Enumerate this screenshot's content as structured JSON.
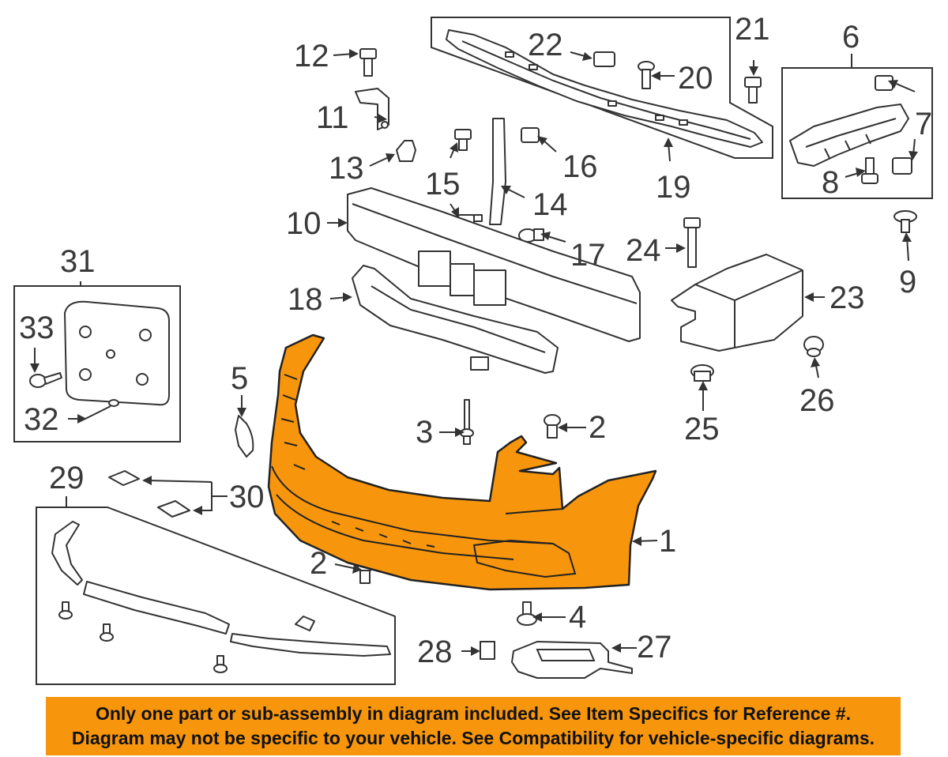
{
  "diagram": {
    "callouts": [
      "1",
      "2",
      "2",
      "3",
      "4",
      "5",
      "6",
      "7",
      "8",
      "9",
      "10",
      "11",
      "12",
      "13",
      "14",
      "15",
      "16",
      "17",
      "18",
      "19",
      "20",
      "21",
      "22",
      "23",
      "24",
      "25",
      "26",
      "27",
      "28",
      "29",
      "30",
      "31",
      "32",
      "33"
    ]
  },
  "notice": {
    "line1": "Only one part or sub-assembly in diagram included. See Item Specifics for Reference #.",
    "line2": "Diagram may not be specific to your vehicle. See Compatibility for vehicle-specific diagrams."
  },
  "colors": {
    "highlight": "#f7960c",
    "line": "#333333",
    "background": "#ffffff"
  }
}
